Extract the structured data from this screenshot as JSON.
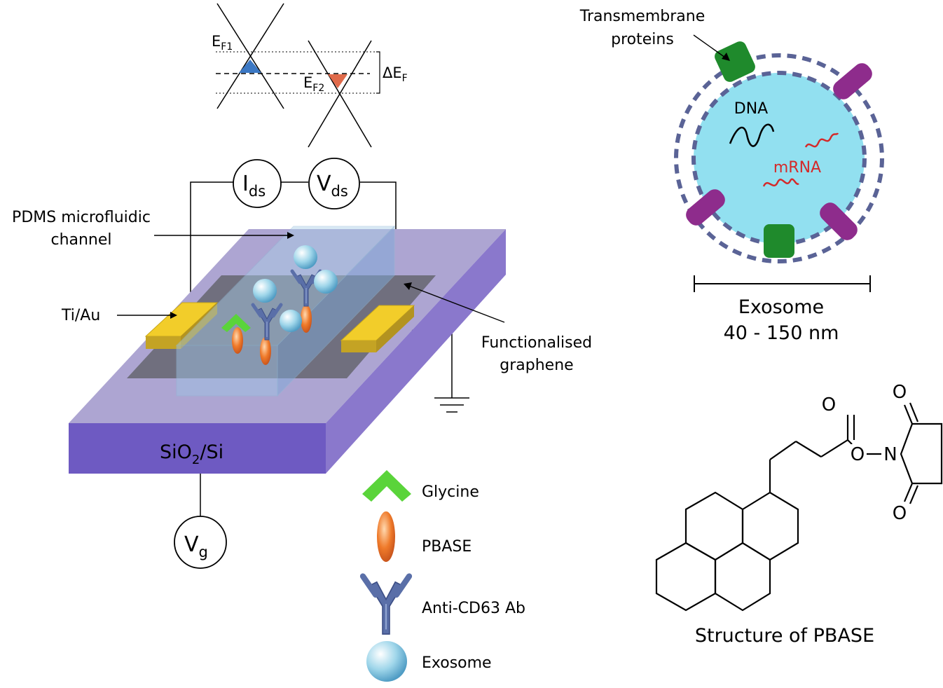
{
  "band": {
    "ef1_main": "E",
    "ef1_sub": "F1",
    "ef2_main": "E",
    "ef2_sub": "F2",
    "delta_main": "ΔE",
    "delta_sub": "F"
  },
  "meters": {
    "ids_main": "I",
    "ids_sub": "ds",
    "vds_main": "V",
    "vds_sub": "ds",
    "vg_main": "V",
    "vg_sub": "g"
  },
  "device_labels": {
    "pdms_line1": "PDMS microfluidic",
    "pdms_line2": "channel",
    "tiau": "Ti/Au",
    "graphene_line1": "Functionalised",
    "graphene_line2": "graphene",
    "substrate_a": "SiO",
    "substrate_sub": "2",
    "substrate_b": "/Si"
  },
  "legend": [
    "Glycine",
    "PBASE",
    "Anti-CD63 Ab",
    "Exosome"
  ],
  "exosome": {
    "tm_line1": "Transmembrane",
    "tm_line2": "proteins",
    "dna": "DNA",
    "mrna": "mRNA",
    "title": "Exosome",
    "size": "40 - 150 nm"
  },
  "molecule": {
    "o_top": "O",
    "o_ester": "O",
    "n": "N",
    "o_ring_top": "O",
    "o_ring_bottom": "O",
    "caption": "Structure of PBASE"
  },
  "colors": {
    "substrate_front": "#6E5AC2",
    "substrate_top": "#ADA5D2",
    "substrate_side": "#8A78CC",
    "gold": "#F2CD2A",
    "graphene": "#6E6E7A",
    "channel": "#9FC5E3",
    "glycine": "#5AD43A",
    "pbase": "#EE7A2A",
    "antibody": "#5A6FA8",
    "exosome": "#8FD3EC",
    "membrane": "#5A6396",
    "lumen": "#92E0F0",
    "protein_green": "#1F8A2C",
    "protein_purple": "#8E2C8C",
    "rna": "#D42A2A"
  }
}
